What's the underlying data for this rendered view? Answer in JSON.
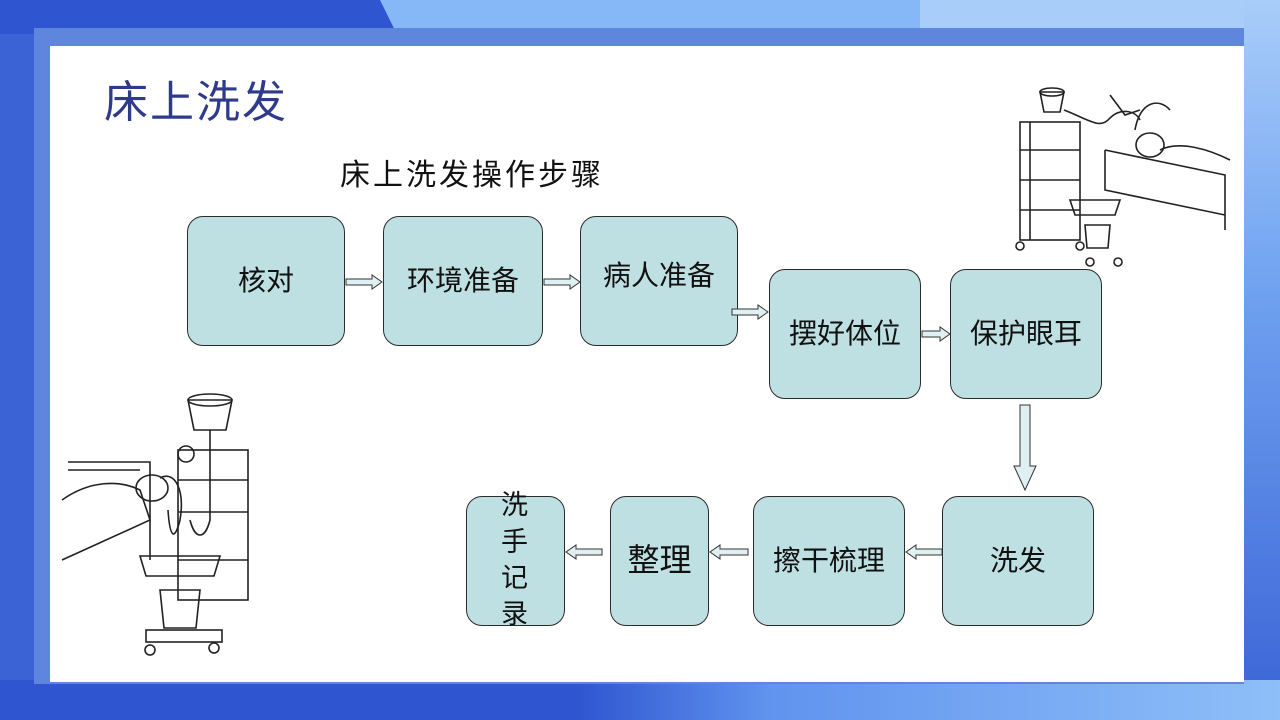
{
  "slide": {
    "title": "床上洗发",
    "subtitle": "床上洗发操作步骤"
  },
  "steps": {
    "verify": "核对",
    "env_prep": "环境准备",
    "patient_prep": "病人准备",
    "position": "摆好体位",
    "protect": "保护眼耳",
    "wash": "洗发",
    "dry_comb": "擦干梳理",
    "tidy": "整理",
    "wash_hands_line1": "洗 手",
    "wash_hands_line2": "记 录"
  },
  "colors": {
    "box_fill": "#bfe0e2",
    "title": "#2e3a8c",
    "frame": "#3b63d6"
  },
  "icons": {
    "illustration_top": "bed-hair-washing-illustration",
    "illustration_bottom": "bed-hair-washing-illustration"
  }
}
